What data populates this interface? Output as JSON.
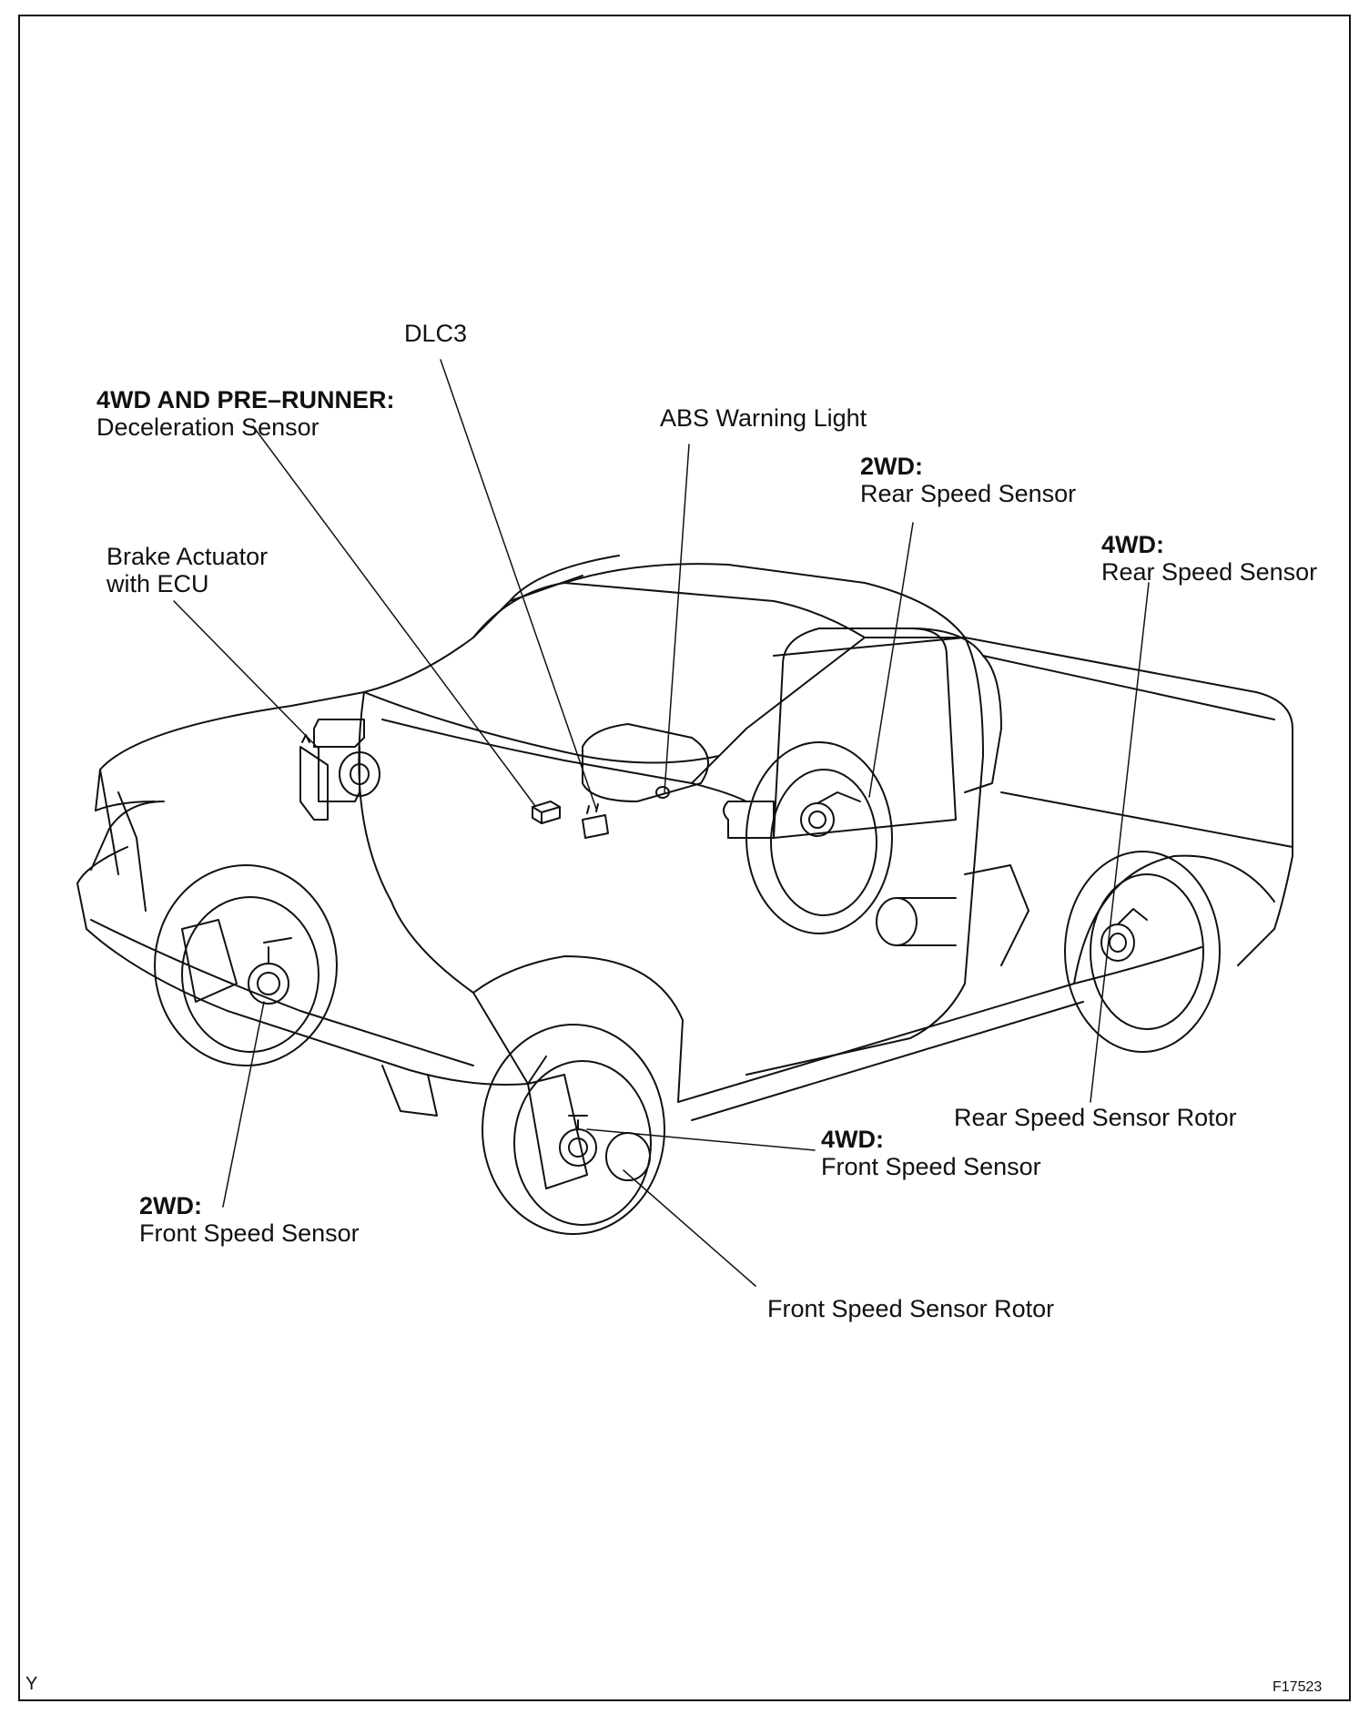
{
  "labels": {
    "dlc3": "DLC3",
    "decel_qual": "4WD AND PRE–RUNNER:",
    "decel_text": "Deceleration Sensor",
    "abs_light": "ABS Warning Light",
    "rear2wd_qual": "2WD:",
    "rear2wd_text": "Rear Speed Sensor",
    "rear4wd_qual": "4WD:",
    "rear4wd_text": "Rear Speed Sensor",
    "actuator_line1": "Brake Actuator",
    "actuator_line2": "with ECU",
    "rear_rotor": "Rear Speed Sensor Rotor",
    "front4wd_qual": "4WD:",
    "front4wd_text": "Front Speed Sensor",
    "front2wd_qual": "2WD:",
    "front2wd_text": "Front Speed Sensor",
    "front_rotor": "Front Speed Sensor Rotor"
  },
  "corner_marks": {
    "left": "Y",
    "right": "F17523"
  }
}
